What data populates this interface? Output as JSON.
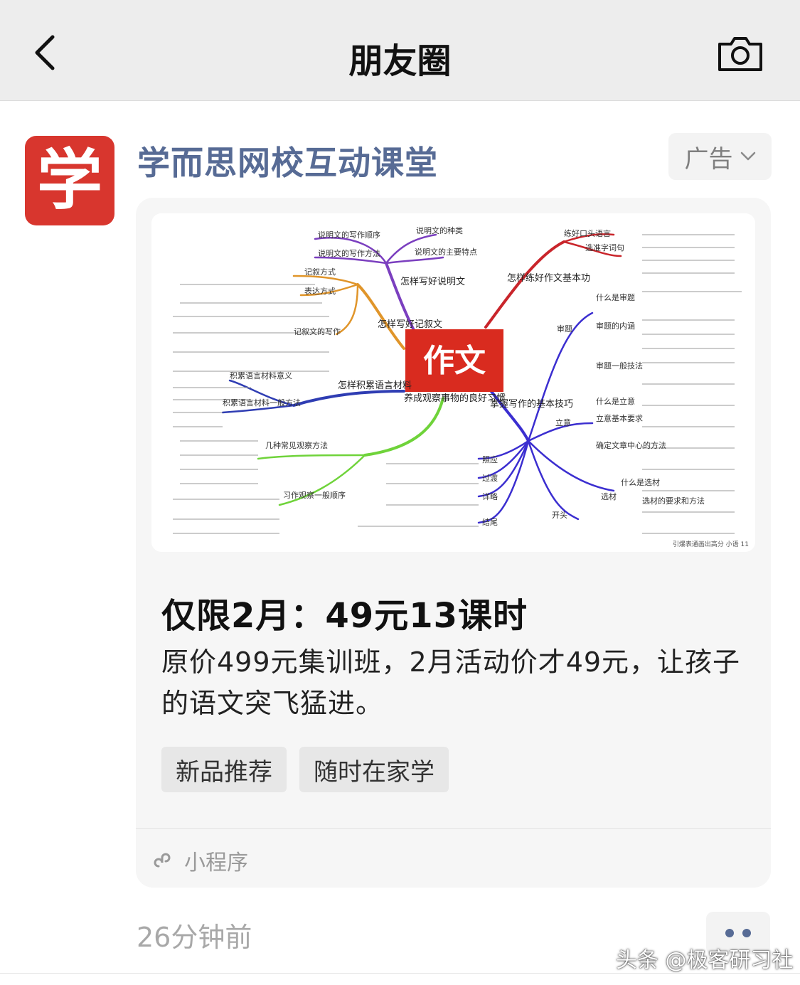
{
  "nav": {
    "title": "朋友圈"
  },
  "post": {
    "avatar_char": "学",
    "author": "学而思网校互动课堂",
    "ad_label": "广告",
    "card": {
      "title": "仅限2月：49元13课时",
      "description": "原价499元集训班，2月活动价才49元，让孩子的语文突飞猛进。",
      "tags": [
        "新品推荐",
        "随时在家学"
      ],
      "mini_program_label": "小程序"
    },
    "time": "26分钟前"
  },
  "mindmap": {
    "center": "作文",
    "branches": [
      {
        "label": "怎样写好说明文",
        "color": "#7b3fbf"
      },
      {
        "label": "怎样练好作文基本功",
        "color": "#c9252b"
      },
      {
        "label": "怎样写好记叙文",
        "color": "#e0952a"
      },
      {
        "label": "怎样积累语言材料",
        "color": "#2f3db3"
      },
      {
        "label": "养成观察事物的良好习惯",
        "color": "#6fd33a"
      },
      {
        "label": "掌握写作的基本技巧",
        "color": "#3b2ed0"
      }
    ],
    "subs": {
      "explain": [
        "说明文的写作顺序",
        "说明文的写作方法",
        "说明文的种类",
        "说明文的主要特点"
      ],
      "basic": [
        "练好口头语言",
        "选准字词句"
      ],
      "narrative": [
        "记叙方式",
        "表达方式",
        "记叙文的写作"
      ],
      "material": [
        "积累语言材料意义",
        "积累语言材料一般方法"
      ],
      "observe": [
        "几种常见观察方法",
        "习作观察一般顺序"
      ],
      "skill": [
        "审题",
        "立意",
        "选材",
        "照应",
        "过渡",
        "详略",
        "结尾",
        "开头",
        "什么是审题",
        "审题的内涵",
        "审题一般技法",
        "什么是立意",
        "立意基本要求",
        "确定文章中心的方法",
        "什么是选材",
        "选材的要求和方法"
      ]
    },
    "footer": "引爆表通画出高分 小语 11"
  },
  "watermark": "头条 @极客研习社",
  "colors": {
    "link": "#576b95",
    "avatar_bg": "#d8362e",
    "center_bg": "#d92b1f"
  }
}
